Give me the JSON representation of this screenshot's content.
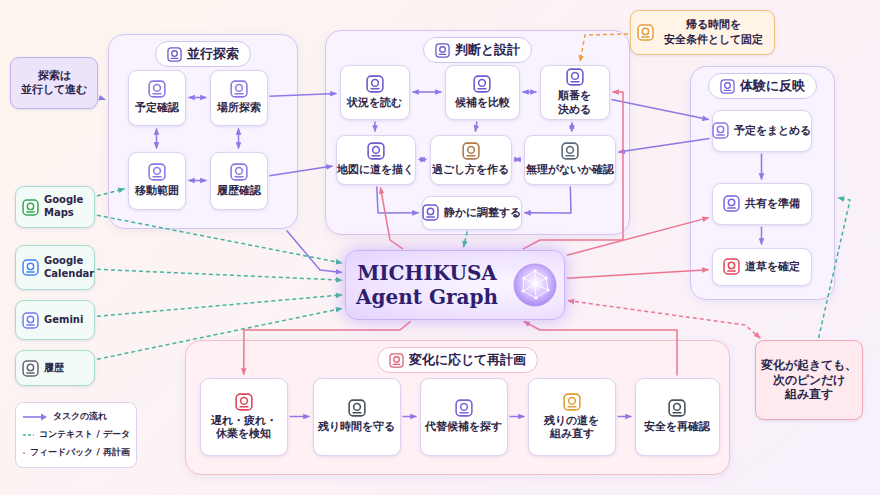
{
  "diagram": {
    "nodes": [
      {
        "text": [
          "探索は 並行して進む"
        ]
      },
      {
        "text": [
          "並行探索"
        ]
      },
      {
        "text": [
          "予定確認"
        ],
        "in": 1
      },
      {
        "text": [
          "場所探索"
        ],
        "in": 1
      },
      {
        "text": [
          "移動範囲"
        ],
        "in": 1
      },
      {
        "text": [
          "履歴確認"
        ],
        "in": 1
      },
      {
        "text": [
          "判断と設計"
        ]
      },
      {
        "text": [
          "状況を読む"
        ],
        "in": 6
      },
      {
        "text": [
          "候補を比較"
        ],
        "in": 6
      },
      {
        "text": [
          "順番を 決める"
        ],
        "in": 6
      },
      {
        "text": [
          "地図に道を描く"
        ],
        "in": 6
      },
      {
        "text": [
          "過ごし方を作る"
        ],
        "in": 6
      },
      {
        "text": [
          "無理がないか確認"
        ],
        "in": 6
      },
      {
        "text": [
          "静かに調整する"
        ],
        "in": 6
      },
      {
        "text": [
          "帰る時間を 安全条件として固定"
        ]
      },
      {
        "text": [
          "体験に反映"
        ]
      },
      {
        "text": [
          "予定をまとめる"
        ],
        "in": 15
      },
      {
        "text": [
          "共有を準備"
        ],
        "in": 15
      },
      {
        "text": [
          "道草を確定"
        ],
        "in": 15
      },
      {
        "text": [
          "Google Maps"
        ]
      },
      {
        "text": [
          "Google Calendar"
        ]
      },
      {
        "text": [
          "Gemini"
        ]
      },
      {
        "text": [
          "履歴"
        ]
      },
      {
        "text": [
          "MICHIKUSA Agent Graph"
        ]
      },
      {
        "text": [
          "変化に応じて再計画"
        ]
      },
      {
        "text": [
          "遅れ・疲れ・ 休業を検知"
        ],
        "in": 24
      },
      {
        "text": [
          "残り時間を守る"
        ],
        "in": 24
      },
      {
        "text": [
          "代替候補を探す"
        ],
        "in": 24
      },
      {
        "text": [
          "残りの道を 組み直す"
        ],
        "in": 24
      },
      {
        "text": [
          "安全を再確認"
        ],
        "in": 24
      },
      {
        "text": [
          "変化が起きても、 次のピンだけ 組み直す"
        ]
      }
    ],
    "edges": [
      {
        "from": 0,
        "to": 1,
        "arrow": "to"
      },
      {
        "from": 2,
        "to": 3,
        "arrow": "both"
      },
      {
        "from": 2,
        "to": 4,
        "arrow": "both"
      },
      {
        "from": 3,
        "to": 5,
        "arrow": "both"
      },
      {
        "from": 4,
        "to": 5,
        "arrow": "both"
      },
      {
        "from": 3,
        "to": 7,
        "arrow": "to"
      },
      {
        "from": 5,
        "to": 10,
        "arrow": "to"
      },
      {
        "from": 7,
        "to": 8,
        "arrow": "both"
      },
      {
        "from": 8,
        "to": 9,
        "arrow": "both"
      },
      {
        "from": 7,
        "to": 10,
        "arrow": "to"
      },
      {
        "from": 8,
        "to": 11,
        "arrow": "to"
      },
      {
        "from": 9,
        "to": 12,
        "arrow": "both"
      },
      {
        "from": 10,
        "to": 11,
        "arrow": "both"
      },
      {
        "from": 11,
        "to": 12,
        "arrow": "both"
      },
      {
        "from": 10,
        "to": 13,
        "arrow": "to"
      },
      {
        "from": 12,
        "to": 13,
        "arrow": "to"
      },
      {
        "from": 14,
        "to": 9,
        "arrow": "to"
      },
      {
        "from": 9,
        "to": 16,
        "arrow": "to"
      },
      {
        "from": 16,
        "to": 12,
        "arrow": "to"
      },
      {
        "from": 16,
        "to": 17,
        "arrow": "to"
      },
      {
        "from": 17,
        "to": 18,
        "arrow": "to"
      },
      {
        "from": 19,
        "to": 4,
        "arrow": "to"
      },
      {
        "from": 19,
        "to": 23,
        "arrow": "to"
      },
      {
        "from": 20,
        "to": 23,
        "arrow": "to"
      },
      {
        "from": 21,
        "to": 23,
        "arrow": "to"
      },
      {
        "from": 22,
        "to": 23,
        "arrow": "to"
      },
      {
        "from": 1,
        "to": 23,
        "arrow": "to"
      },
      {
        "from": 13,
        "to": 23,
        "arrow": "to"
      },
      {
        "from": 23,
        "to": 10,
        "arrow": "to"
      },
      {
        "from": 23,
        "to": 9,
        "arrow": "to"
      },
      {
        "from": 23,
        "to": 17,
        "arrow": "to"
      },
      {
        "from": 23,
        "to": 18,
        "arrow": "to"
      },
      {
        "from": 23,
        "to": 25,
        "arrow": "to"
      },
      {
        "from": 29,
        "to": 23,
        "arrow": "to"
      },
      {
        "from": 23,
        "to": 30,
        "arrow": "both"
      },
      {
        "from": 30,
        "to": 15,
        "arrow": "to"
      },
      {
        "from": 25,
        "to": 26,
        "arrow": "to"
      },
      {
        "from": 26,
        "to": 27,
        "arrow": "to"
      },
      {
        "from": 27,
        "to": 28,
        "arrow": "to"
      },
      {
        "from": 28,
        "to": 29,
        "arrow": "to"
      }
    ],
    "legend": [
      {
        "text": "タスクの流れ"
      },
      {
        "text": "コンテキスト / データ"
      },
      {
        "text": "フィードバック / 再計画"
      }
    ]
  }
}
